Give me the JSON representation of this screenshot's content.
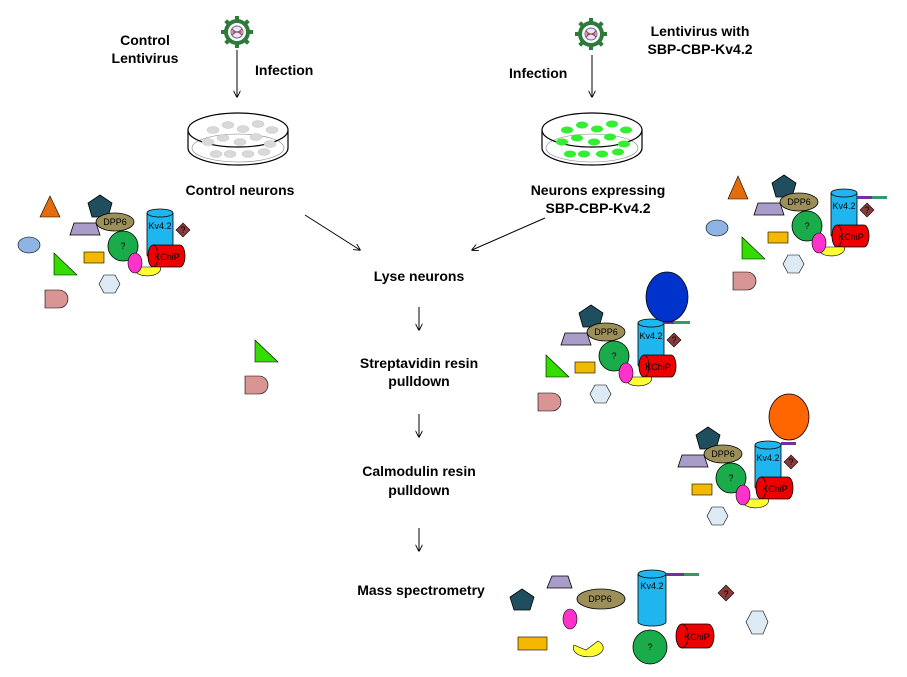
{
  "labels": {
    "control_lentivirus_1": "Control",
    "control_lentivirus_2": "Lentivirus",
    "infection_left": "Infection",
    "lenti_kv_1": "Lentivirus with",
    "lenti_kv_2": "SBP-CBP-Kv4.2",
    "infection_right": "Infection",
    "control_neurons": "Control neurons",
    "neurons_expr_1": "Neurons expressing",
    "neurons_expr_2": "SBP-CBP-Kv4.2",
    "lyse": "Lyse neurons",
    "strep_1": "Streptavidin resin",
    "strep_2": "pulldown",
    "calm_1": "Calmodulin resin",
    "calm_2": "pulldown",
    "mass_spec": "Mass spectrometry"
  },
  "protein_labels": {
    "dpp6": "DPP6",
    "kv42": "Kv4.2",
    "kchip": "KChiP",
    "unknown": "?"
  },
  "colors": {
    "dpp6": "#9c8f5a",
    "kv42": "#1fb6f0",
    "unknown_circle": "#1aab4b",
    "unknown_diamond": "#8b3a3a",
    "kchip": "#ee0000",
    "pentagon": "#1f4e5f",
    "trapezoid": "#a99cc8",
    "rect": "#f5b800",
    "pink": "#ff33cc",
    "yellow": "#ffff33",
    "hexagon": "#dde9f3",
    "triangle_orange": "#e46c0a",
    "triangle_green": "#33dd00",
    "ellipse_blue": "#8eb4e3",
    "d_shape": "#d99594",
    "streptavidin": "#0033cc",
    "calmodulin": "#ff6600",
    "tag_green": "#339966",
    "tag_purple": "#7030a0",
    "cell_green": "#33ee33",
    "cell_gray": "#d9d9d9"
  }
}
